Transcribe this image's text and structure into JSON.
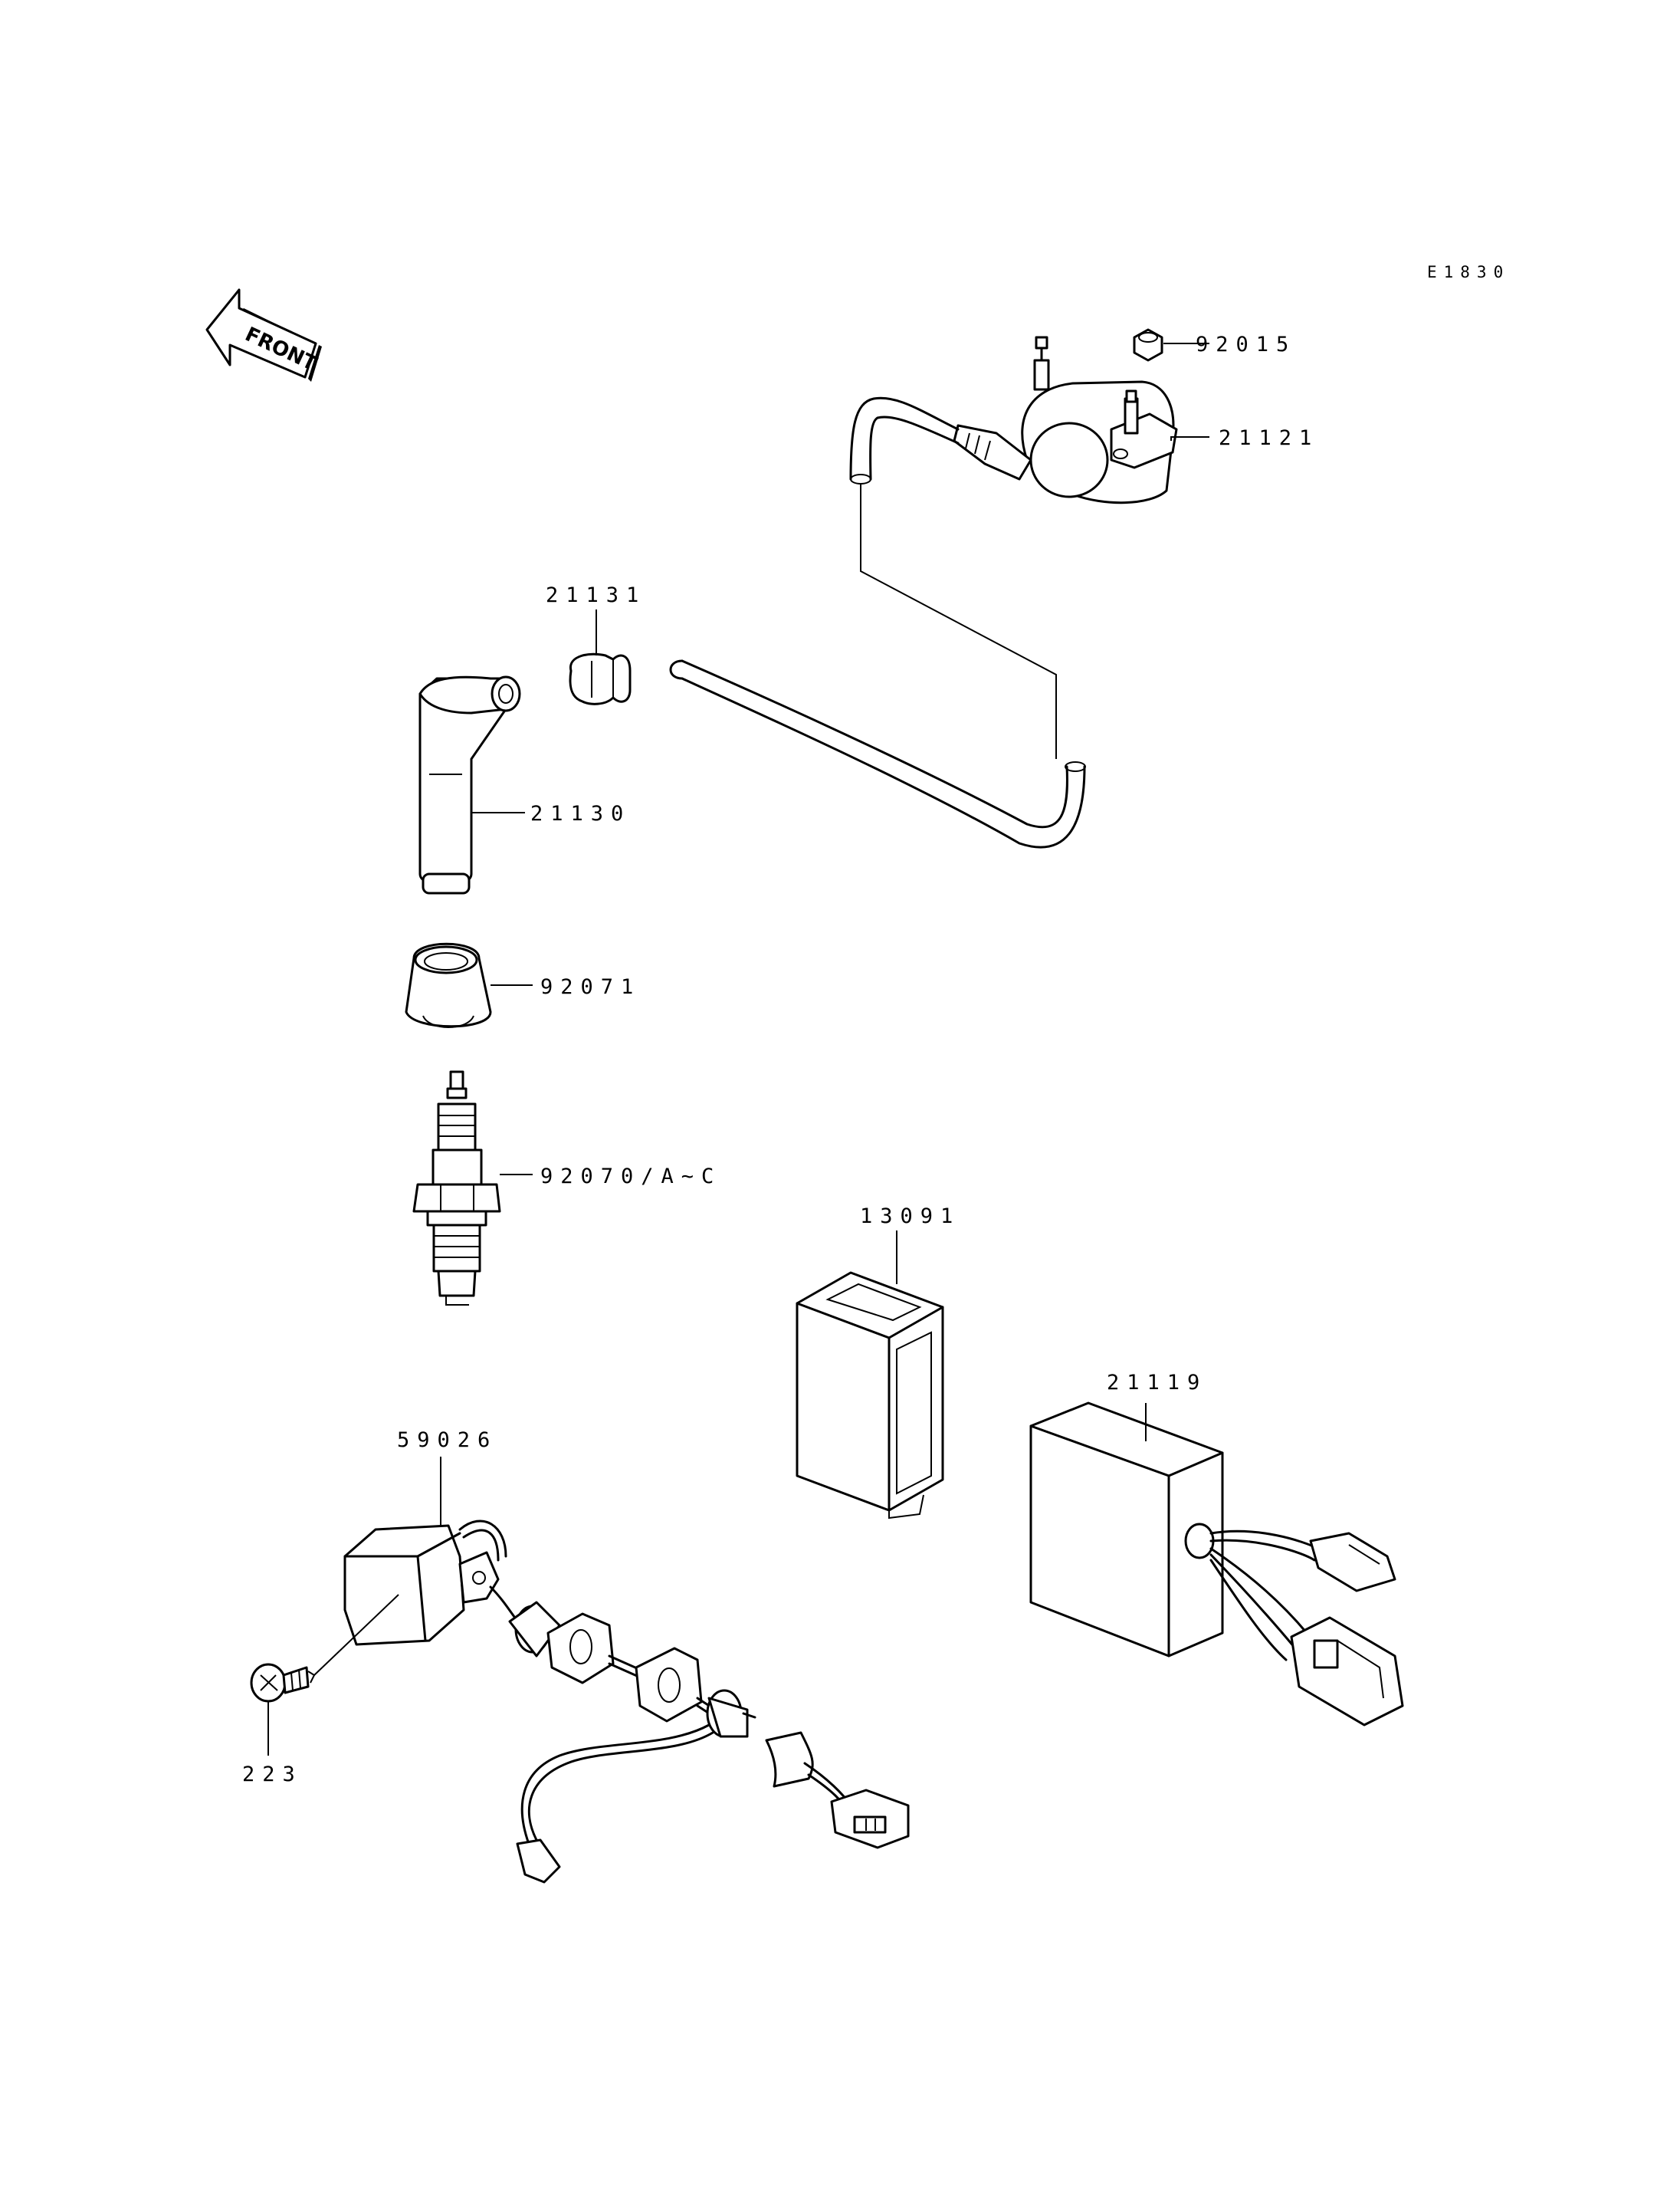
{
  "diagram_code": "E1830",
  "front_label": "FRONT",
  "parts": [
    {
      "id": "p92015",
      "number": "92015"
    },
    {
      "id": "p21121",
      "number": "21121"
    },
    {
      "id": "p21131",
      "number": "21131"
    },
    {
      "id": "p21130",
      "number": "21130"
    },
    {
      "id": "p92071",
      "number": "92071"
    },
    {
      "id": "p92070",
      "number": "92070/A~C"
    },
    {
      "id": "p13091",
      "number": "13091"
    },
    {
      "id": "p21119",
      "number": "21119"
    },
    {
      "id": "p59026",
      "number": "59026"
    },
    {
      "id": "p223",
      "number": "223"
    }
  ],
  "colors": {
    "ink": "#000000",
    "paper": "#ffffff"
  }
}
